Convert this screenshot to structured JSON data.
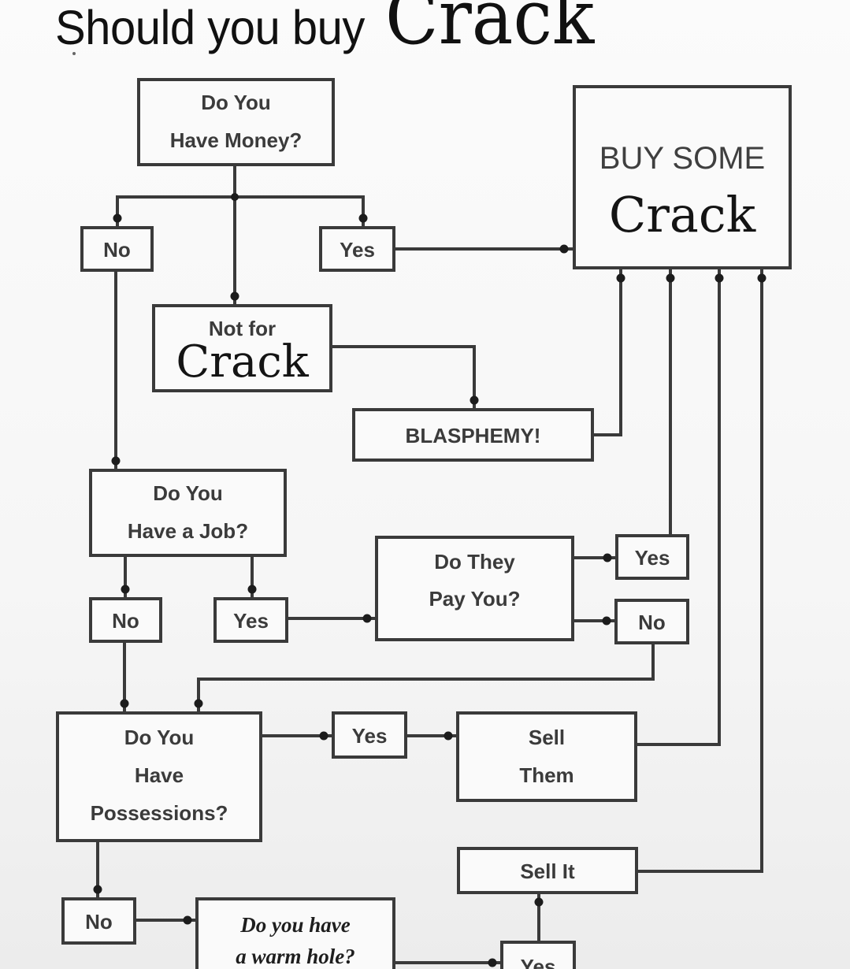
{
  "title": {
    "prefix": "Should you buy",
    "emphasis": "Crack"
  },
  "nodes": {
    "money_q": {
      "lines": [
        "Do You",
        "Have Money?"
      ]
    },
    "money_no": {
      "lines": [
        "No"
      ]
    },
    "money_yes": {
      "lines": [
        "Yes"
      ]
    },
    "buy_some": {
      "lines": [
        "BUY SOME",
        "Crack"
      ]
    },
    "not_for": {
      "lines": [
        "Not for",
        "Crack"
      ]
    },
    "blasphemy": {
      "lines": [
        "BLASPHEMY!"
      ]
    },
    "job_q": {
      "lines": [
        "Do You",
        "Have a Job?"
      ]
    },
    "job_no": {
      "lines": [
        "No"
      ]
    },
    "job_yes": {
      "lines": [
        "Yes"
      ]
    },
    "pay_q": {
      "lines": [
        "Do They",
        "Pay You?"
      ]
    },
    "pay_yes": {
      "lines": [
        "Yes"
      ]
    },
    "pay_no": {
      "lines": [
        "No"
      ]
    },
    "poss_q": {
      "lines": [
        "Do You",
        "Have",
        "Possessions?"
      ]
    },
    "poss_yes": {
      "lines": [
        "Yes"
      ]
    },
    "sell_them": {
      "lines": [
        "Sell",
        "Them"
      ]
    },
    "poss_no": {
      "lines": [
        "No"
      ]
    },
    "hole_q": {
      "lines": [
        "Do you have",
        "a warm hole?"
      ]
    },
    "sell_it": {
      "lines": [
        "Sell It"
      ]
    },
    "hole_yes": {
      "lines": [
        "Yes"
      ]
    }
  },
  "edges": [
    {
      "from": "money_q",
      "to": "money_no"
    },
    {
      "from": "money_q",
      "to": "money_yes"
    },
    {
      "from": "money_q",
      "to": "not_for"
    },
    {
      "from": "money_yes",
      "to": "buy_some"
    },
    {
      "from": "not_for",
      "to": "blasphemy"
    },
    {
      "from": "blasphemy",
      "to": "buy_some"
    },
    {
      "from": "money_no",
      "to": "job_q"
    },
    {
      "from": "job_q",
      "to": "job_no"
    },
    {
      "from": "job_q",
      "to": "job_yes"
    },
    {
      "from": "job_yes",
      "to": "pay_q"
    },
    {
      "from": "pay_q",
      "to": "pay_yes"
    },
    {
      "from": "pay_q",
      "to": "pay_no"
    },
    {
      "from": "pay_yes",
      "to": "buy_some"
    },
    {
      "from": "pay_no",
      "to": "poss_q"
    },
    {
      "from": "job_no",
      "to": "poss_q"
    },
    {
      "from": "poss_q",
      "to": "poss_yes"
    },
    {
      "from": "poss_yes",
      "to": "sell_them"
    },
    {
      "from": "sell_them",
      "to": "buy_some"
    },
    {
      "from": "poss_q",
      "to": "poss_no"
    },
    {
      "from": "poss_no",
      "to": "hole_q"
    },
    {
      "from": "hole_q",
      "to": "hole_yes"
    },
    {
      "from": "hole_yes",
      "to": "sell_it"
    },
    {
      "from": "sell_it",
      "to": "buy_some"
    }
  ]
}
